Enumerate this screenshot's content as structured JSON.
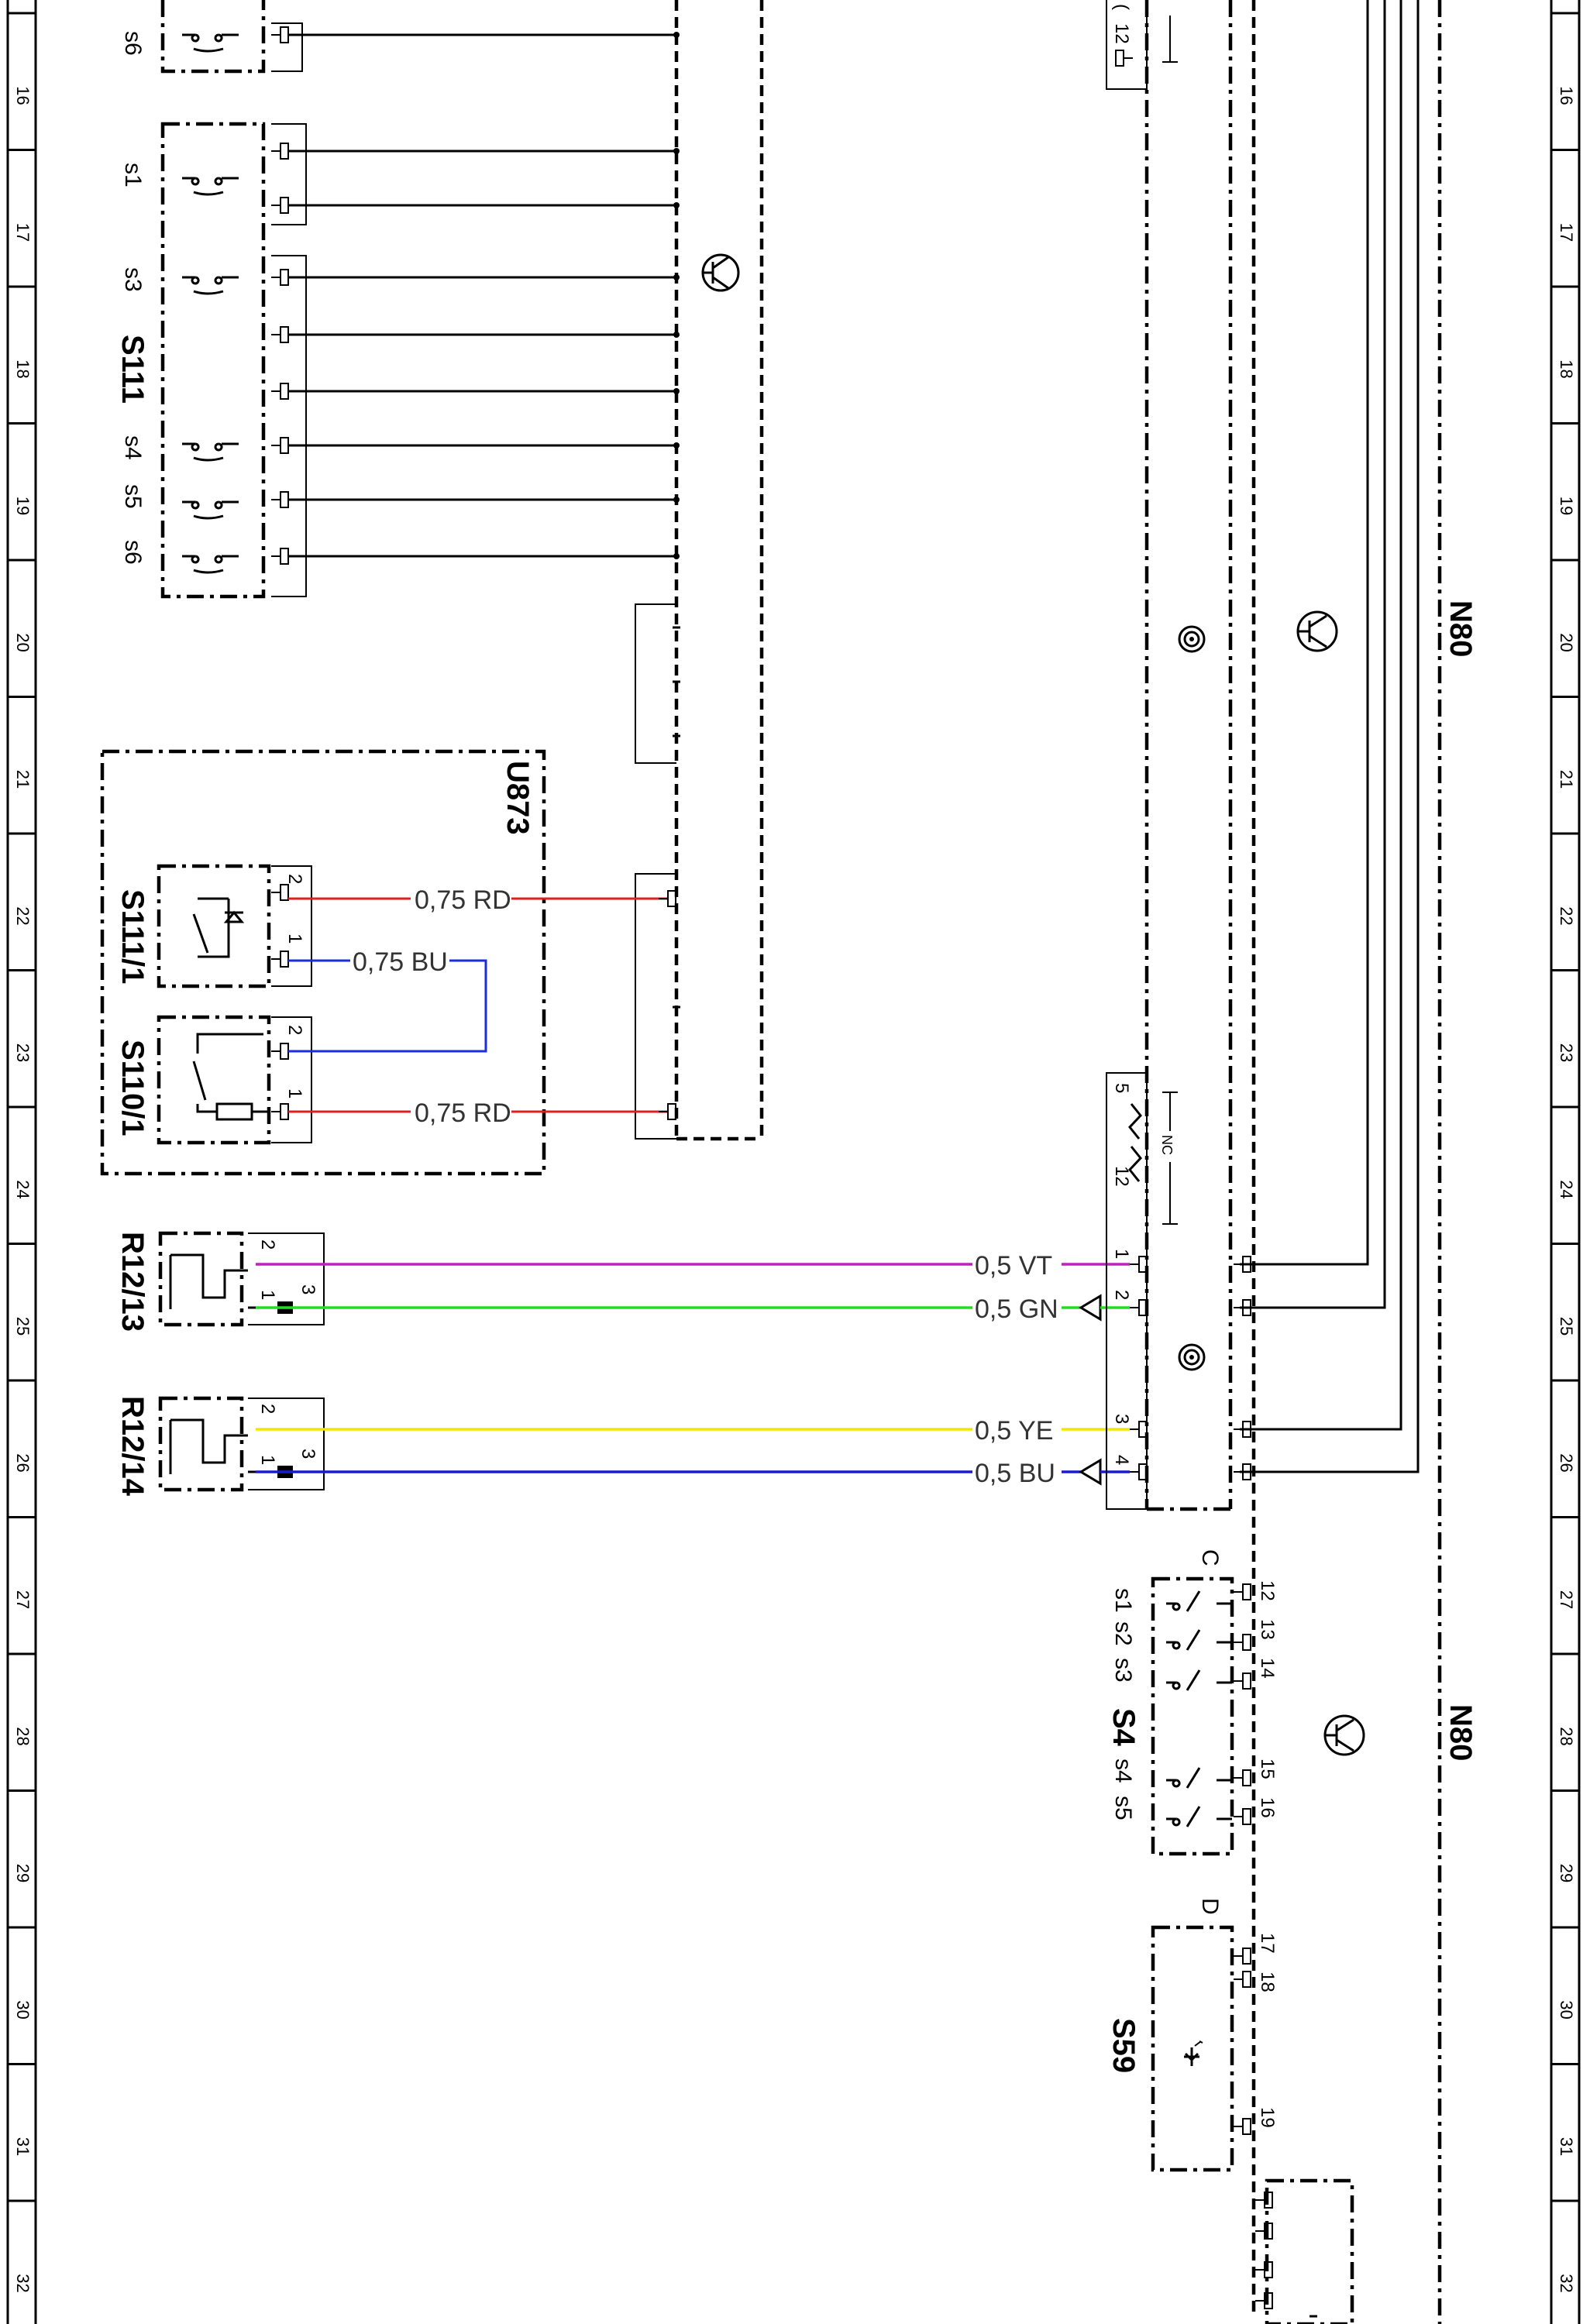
{
  "grid_numbers": [
    "16",
    "17",
    "18",
    "19",
    "20",
    "21",
    "22",
    "23",
    "24",
    "25",
    "26",
    "27",
    "28",
    "29",
    "30",
    "31",
    "32"
  ],
  "components": {
    "s111": {
      "label": "S111",
      "contacts": [
        "s6",
        "s1",
        "s3",
        "s4",
        "s5",
        "s6"
      ]
    },
    "u873": {
      "label": "U873"
    },
    "s111_1": {
      "label": "S111/1",
      "pins": [
        "2",
        "1"
      ]
    },
    "s110_1": {
      "label": "S110/1",
      "pins": [
        "2",
        "1"
      ]
    },
    "r12_13": {
      "label": "R12/13",
      "pins": [
        "2",
        "1",
        "3"
      ]
    },
    "r12_14": {
      "label": "R12/14",
      "pins": [
        "2",
        "1",
        "3"
      ]
    },
    "n80_top": {
      "label": "N80"
    },
    "n80_bottom": {
      "label": "N80"
    },
    "s4": {
      "label": "S4",
      "group": "C",
      "contacts": [
        "s1",
        "s2",
        "s3",
        "s4",
        "s5"
      ],
      "pins": [
        "12",
        "13",
        "14",
        "15",
        "16"
      ]
    },
    "s59": {
      "label": "S59",
      "group": "D",
      "pins": [
        "17",
        "18",
        "19"
      ]
    },
    "connector_top": {
      "pin": "12",
      "bracket": "("
    },
    "connector_mid": {
      "pins_left": [
        "5",
        "12"
      ],
      "nc": "NC",
      "pins": [
        "1",
        "2",
        "3",
        "4"
      ]
    }
  },
  "wires": [
    {
      "id": "w1",
      "gauge": "0,75 RD",
      "color": "#e02020"
    },
    {
      "id": "w2",
      "gauge": "0,75 BU",
      "color": "#1a2ee0"
    },
    {
      "id": "w3",
      "gauge": "0,75 RD",
      "color": "#e02020"
    },
    {
      "id": "w4",
      "gauge": "0,5 VT",
      "color": "#c020c0"
    },
    {
      "id": "w5",
      "gauge": "0,5 GN",
      "color": "#22dd22"
    },
    {
      "id": "w6",
      "gauge": "0,5 YE",
      "color": "#f0e800"
    },
    {
      "id": "w7",
      "gauge": "0,5 BU",
      "color": "#1a1ad0"
    }
  ]
}
